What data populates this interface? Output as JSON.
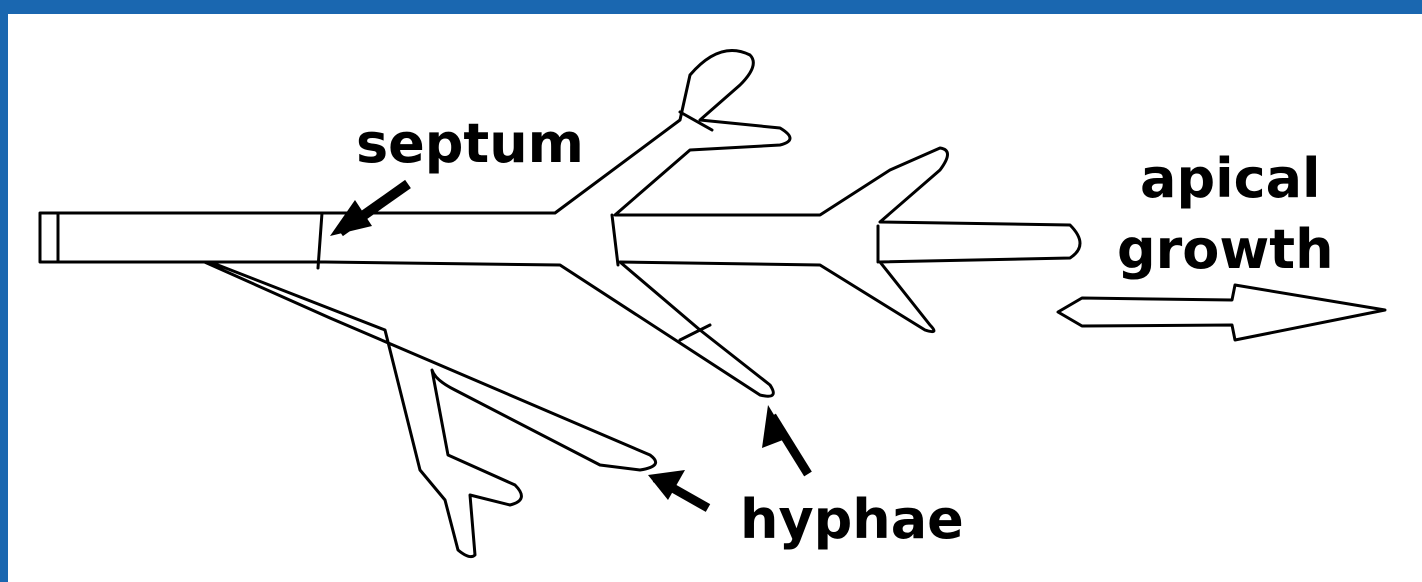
{
  "colors": {
    "frame": "#1a67b0",
    "background": "#ffffff",
    "ink": "#000000"
  },
  "labels": {
    "septum": "septum",
    "apical_line1": "apical",
    "apical_line2": "growth",
    "hyphae": "hyphae"
  }
}
